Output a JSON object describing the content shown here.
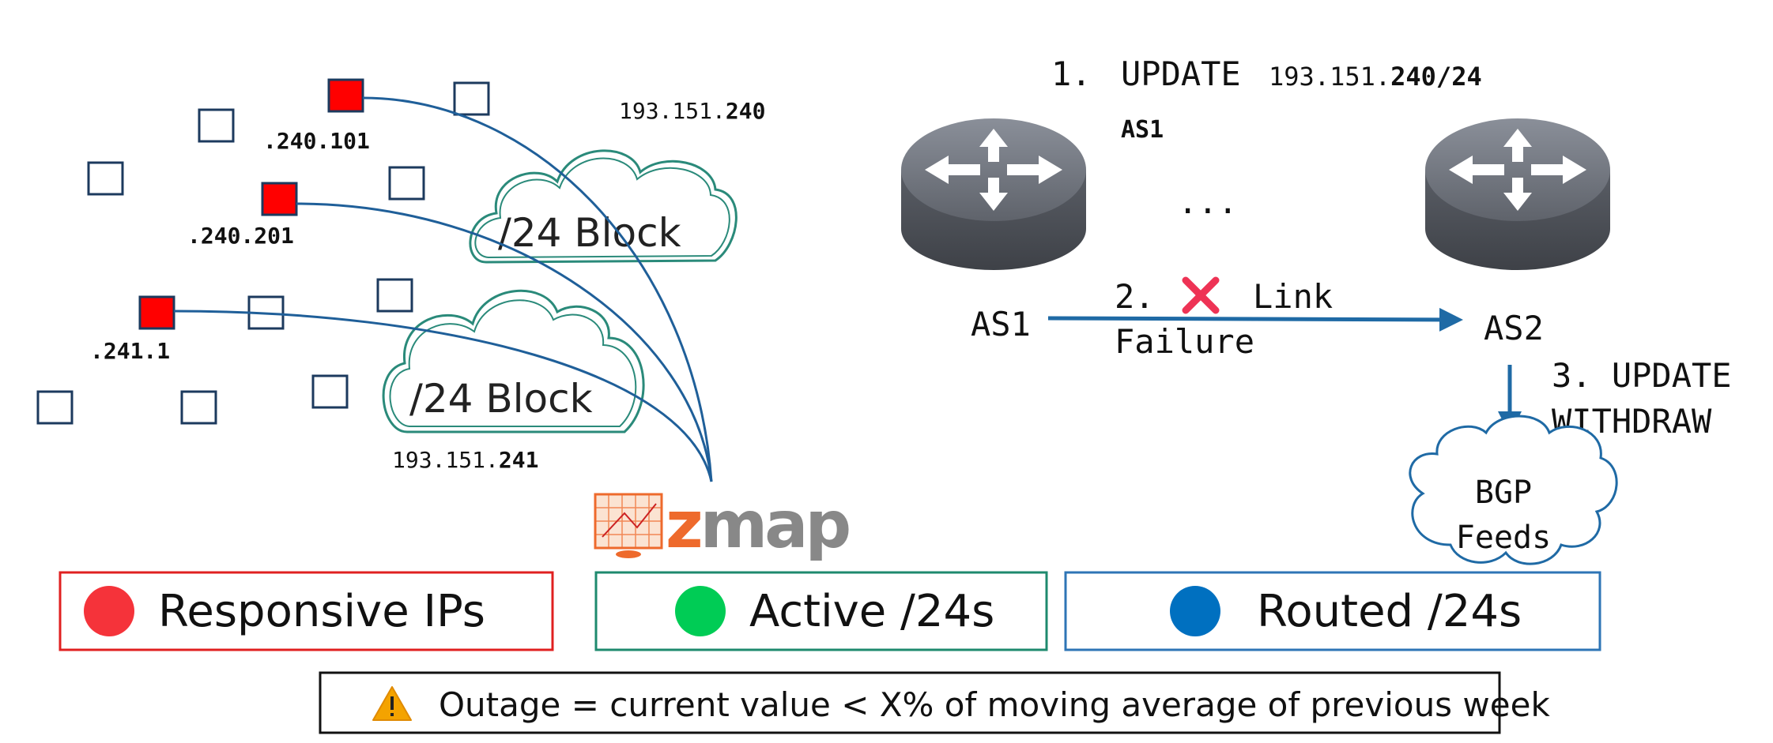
{
  "left_panel": {
    "responsive_ips": [
      ".240.101",
      ".240.201",
      ".241.1"
    ],
    "blocks": [
      {
        "label": "/24 Block",
        "prefix_start": "193.151.",
        "prefix_bold": "240"
      },
      {
        "label": "/24 Block",
        "prefix_start": "193.151.",
        "prefix_bold": "241"
      }
    ],
    "scanner_logo_text": "zmap"
  },
  "right_panel": {
    "step1_number": "1.",
    "step1_action": "UPDATE",
    "step1_prefix_start": "193.151.",
    "step1_prefix_bold": "240/24",
    "step1_path": "AS1",
    "ellipsis": "...",
    "step2_number": "2.",
    "step2_text_line1": "Link",
    "step2_text_line2": "Failure",
    "as_left": "AS1",
    "as_right": "AS2",
    "step3_line1": "3. UPDATE",
    "step3_line2": "WITHDRAW",
    "feeds_line1": "BGP",
    "feeds_line2": "Feeds"
  },
  "legend": {
    "items": [
      {
        "label": "Responsive IPs",
        "color": "#f5333a",
        "border": "#e02020"
      },
      {
        "label": "Active /24s",
        "color": "#00cc55",
        "border": "#1e8a6e"
      },
      {
        "label": "Routed /24s",
        "color": "#0070c0",
        "border": "#2e75b6"
      }
    ]
  },
  "footnote": {
    "text": "Outage = current value < X% of moving average of previous week",
    "icon": "warning-icon"
  },
  "colors": {
    "curve": "#1f5f99",
    "arrow": "#1f6aa5",
    "cloud": "#2a8a7a",
    "square_stroke": "#1c3a5e",
    "responsive_fill": "#ff0000",
    "router": "#666a73",
    "zmap_orange": "#ee6a2c",
    "zmap_gray": "#888888"
  }
}
